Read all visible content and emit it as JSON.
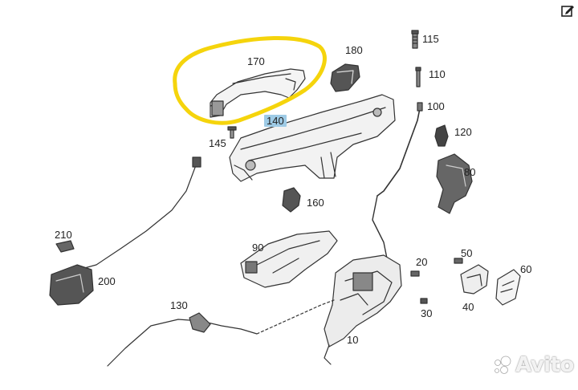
{
  "colors": {
    "highlight_outline": "#f5d40c",
    "label_highlight_bg": "#9ecbe6",
    "line": "#333333"
  },
  "callouts": [
    {
      "id": "170",
      "text": "170"
    },
    {
      "id": "180",
      "text": "180"
    },
    {
      "id": "115",
      "text": "115"
    },
    {
      "id": "110",
      "text": "110"
    },
    {
      "id": "100",
      "text": "100"
    },
    {
      "id": "140",
      "text": "140",
      "highlighted": true
    },
    {
      "id": "145",
      "text": "145"
    },
    {
      "id": "120",
      "text": "120"
    },
    {
      "id": "80",
      "text": "80"
    },
    {
      "id": "160",
      "text": "160"
    },
    {
      "id": "210",
      "text": "210"
    },
    {
      "id": "200",
      "text": "200"
    },
    {
      "id": "90",
      "text": "90"
    },
    {
      "id": "20",
      "text": "20"
    },
    {
      "id": "50",
      "text": "50"
    },
    {
      "id": "60",
      "text": "60"
    },
    {
      "id": "40",
      "text": "40"
    },
    {
      "id": "30",
      "text": "30"
    },
    {
      "id": "130",
      "text": "130"
    },
    {
      "id": "10",
      "text": "10"
    }
  ],
  "toolbar": {
    "edit_icon": "edit-icon"
  },
  "watermark": {
    "text": "Avito"
  }
}
